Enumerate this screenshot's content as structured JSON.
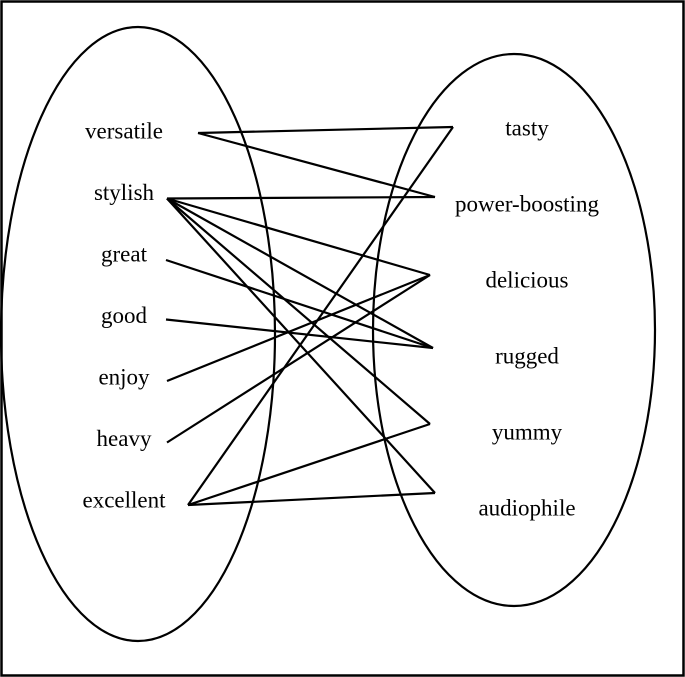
{
  "left_words": [
    "versatile",
    "stylish",
    "great",
    "good",
    "enjoy",
    "heavy",
    "excellent"
  ],
  "right_words": [
    "tasty",
    "power-boosting",
    "delicious",
    "rugged",
    "yummy",
    "audiophile"
  ],
  "edges": [
    {
      "from": "versatile",
      "to": "tasty"
    },
    {
      "from": "versatile",
      "to": "power-boosting"
    },
    {
      "from": "stylish",
      "to": "power-boosting"
    },
    {
      "from": "stylish",
      "to": "delicious"
    },
    {
      "from": "stylish",
      "to": "rugged"
    },
    {
      "from": "stylish",
      "to": "yummy"
    },
    {
      "from": "stylish",
      "to": "audiophile"
    },
    {
      "from": "great",
      "to": "rugged"
    },
    {
      "from": "good",
      "to": "rugged"
    },
    {
      "from": "enjoy",
      "to": "delicious"
    },
    {
      "from": "heavy",
      "to": "delicious"
    },
    {
      "from": "excellent",
      "to": "tasty"
    },
    {
      "from": "excellent",
      "to": "yummy"
    },
    {
      "from": "excellent",
      "to": "audiophile"
    }
  ],
  "colors": {
    "stroke": "#000000",
    "background": "#ffffff"
  }
}
